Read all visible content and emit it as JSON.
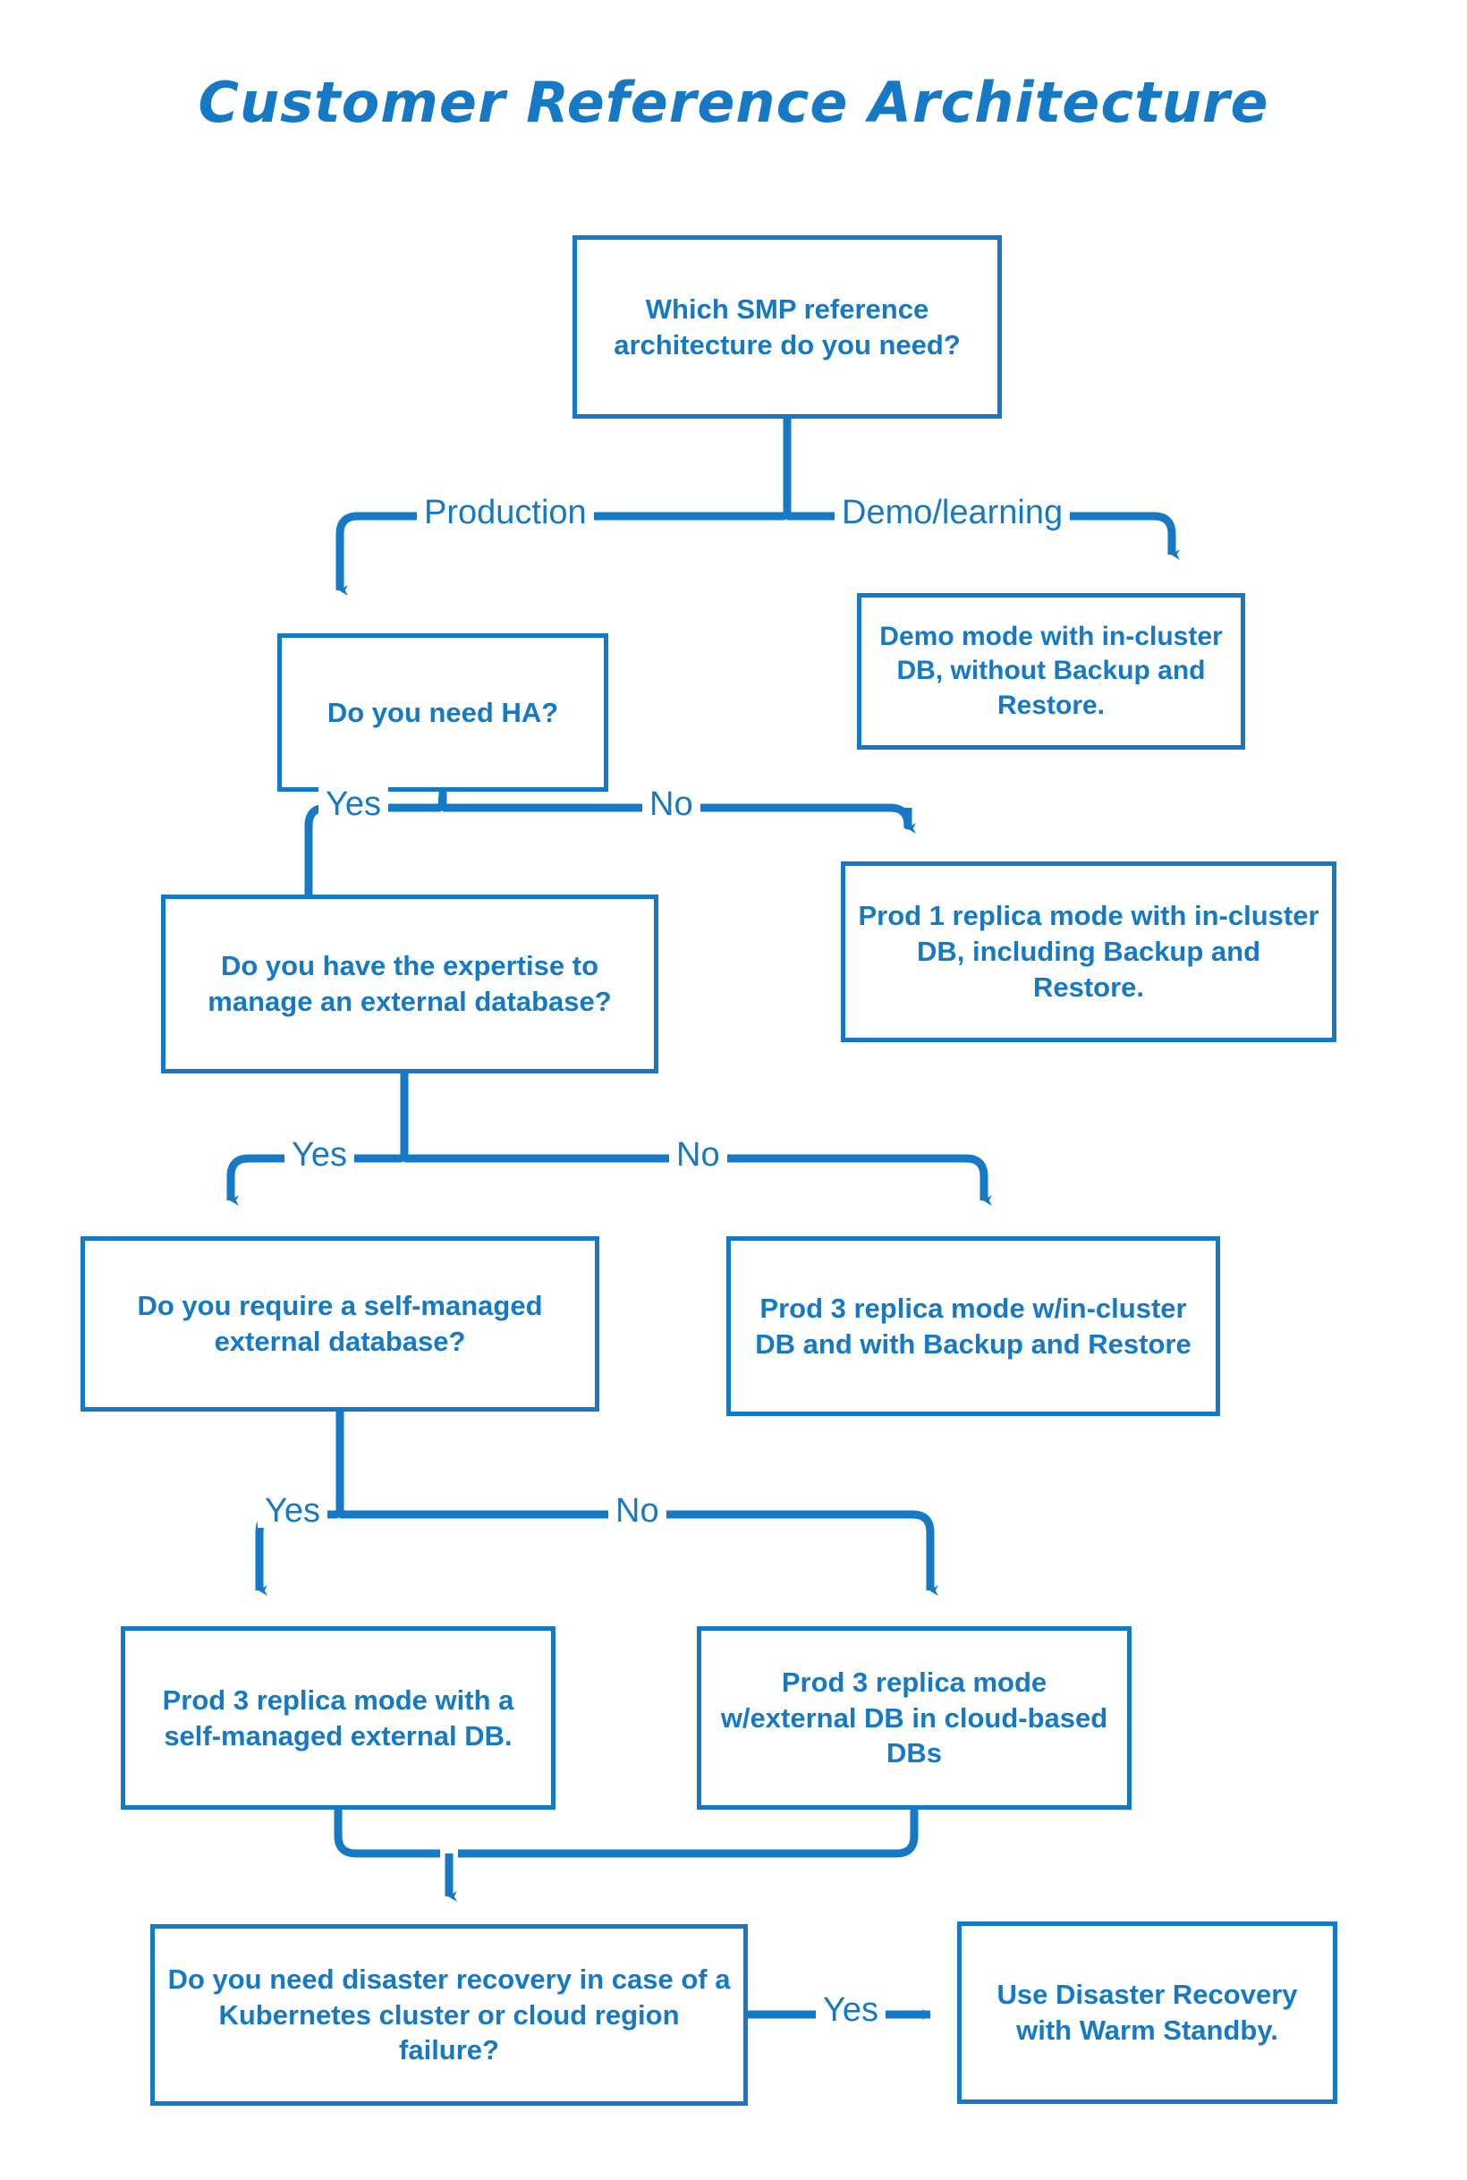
{
  "page": {
    "title": "Customer Reference Architecture",
    "accent_color": "#1679C6",
    "background_color": "#FFFFFF"
  },
  "chart_data": {
    "type": "diagram",
    "diagram_kind": "decision-flowchart",
    "title": "Customer Reference Architecture",
    "nodes": [
      {
        "id": "q-which",
        "kind": "decision",
        "text": "Which SMP reference architecture do you need?"
      },
      {
        "id": "demo",
        "kind": "outcome",
        "text": "Demo mode with in-cluster DB, without Backup and Restore."
      },
      {
        "id": "q-ha",
        "kind": "decision",
        "text": "Do you need HA?"
      },
      {
        "id": "prod1",
        "kind": "outcome",
        "text": "Prod 1 replica mode with in-cluster DB, including Backup and Restore."
      },
      {
        "id": "q-expertise",
        "kind": "decision",
        "text": "Do you have the expertise to manage an external database?"
      },
      {
        "id": "prod3-incluster",
        "kind": "outcome",
        "text": "Prod 3 replica mode w/in-cluster DB and with Backup and Restore"
      },
      {
        "id": "q-selfmanaged",
        "kind": "decision",
        "text": "Do you require a self-managed external database?"
      },
      {
        "id": "prod3-selfmanaged",
        "kind": "outcome",
        "text": "Prod 3 replica mode with a self-managed external DB."
      },
      {
        "id": "prod3-cloud",
        "kind": "outcome",
        "text": "Prod 3 replica mode w/external DB in cloud-based DBs"
      },
      {
        "id": "q-dr",
        "kind": "decision",
        "text": "Do you need disaster recovery in case of a Kubernetes cluster or cloud region failure?"
      },
      {
        "id": "dr-warm",
        "kind": "outcome",
        "text": "Use Disaster Recovery with Warm Standby."
      }
    ],
    "edges": [
      {
        "from": "q-which",
        "to": "q-ha",
        "label": "Production"
      },
      {
        "from": "q-which",
        "to": "demo",
        "label": "Demo/learning"
      },
      {
        "from": "q-ha",
        "to": "q-expertise",
        "label": "Yes"
      },
      {
        "from": "q-ha",
        "to": "prod1",
        "label": "No"
      },
      {
        "from": "q-expertise",
        "to": "q-selfmanaged",
        "label": "Yes"
      },
      {
        "from": "q-expertise",
        "to": "prod3-incluster",
        "label": "No"
      },
      {
        "from": "q-selfmanaged",
        "to": "prod3-selfmanaged",
        "label": "Yes"
      },
      {
        "from": "q-selfmanaged",
        "to": "prod3-cloud",
        "label": "No"
      },
      {
        "from": "prod3-selfmanaged",
        "to": "q-dr",
        "label": ""
      },
      {
        "from": "prod3-cloud",
        "to": "q-dr",
        "label": ""
      },
      {
        "from": "q-dr",
        "to": "dr-warm",
        "label": "Yes"
      }
    ]
  },
  "nodes": {
    "q_which": "Which SMP reference architecture do you need?",
    "demo": "Demo mode with in-cluster DB, without Backup and Restore.",
    "q_ha": "Do you need HA?",
    "prod1": "Prod 1 replica mode with in-cluster DB, including Backup and Restore.",
    "q_expertise": "Do you have the expertise to manage an external database?",
    "prod3_incluster": "Prod 3 replica mode w/in-cluster DB and with Backup and Restore",
    "q_selfmanaged": "Do you require a self-managed external database?",
    "prod3_selfmanaged": "Prod 3 replica mode with a self-managed external DB.",
    "prod3_cloud": "Prod 3 replica mode w/external DB in cloud-based DBs",
    "q_dr": "Do you need disaster recovery in case of a Kubernetes cluster or cloud region failure?",
    "dr_warm": "Use Disaster Recovery with Warm Standby."
  },
  "edge_labels": {
    "production": "Production",
    "demo_learning": "Demo/learning",
    "ha_yes": "Yes",
    "ha_no": "No",
    "expertise_yes": "Yes",
    "expertise_no": "No",
    "selfmanaged_yes": "Yes",
    "selfmanaged_no": "No",
    "dr_yes": "Yes"
  }
}
